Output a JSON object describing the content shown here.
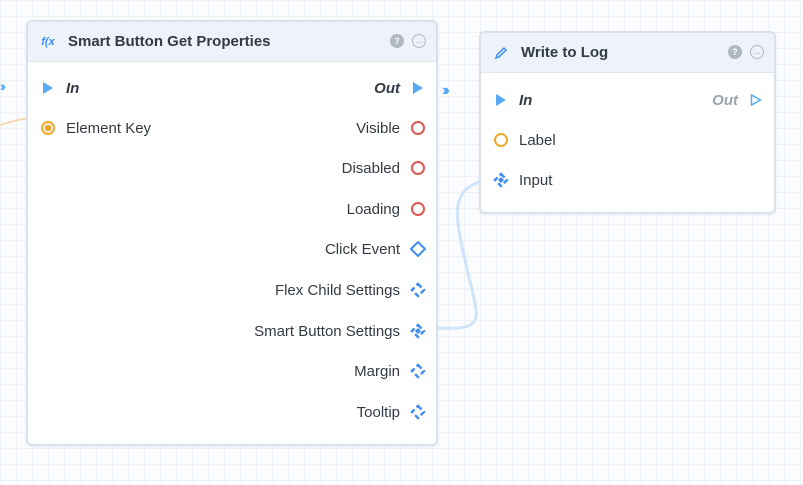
{
  "nodes": {
    "get_props": {
      "title": "Smart Button Get Properties",
      "icon": "function-icon",
      "flow_in": "In",
      "flow_out": "Out",
      "inputs": [
        {
          "label": "Element Key",
          "pin": "filled-orange-circle"
        }
      ],
      "outputs": [
        {
          "label": "Visible",
          "pin": "red-circle"
        },
        {
          "label": "Disabled",
          "pin": "red-circle"
        },
        {
          "label": "Loading",
          "pin": "red-circle"
        },
        {
          "label": "Click Event",
          "pin": "blue-diamond"
        },
        {
          "label": "Flex Child Settings",
          "pin": "blue-struct"
        },
        {
          "label": "Smart Button Settings",
          "pin": "blue-struct-filled"
        },
        {
          "label": "Margin",
          "pin": "blue-struct"
        },
        {
          "label": "Tooltip",
          "pin": "blue-struct"
        }
      ]
    },
    "write_log": {
      "title": "Write to Log",
      "icon": "pencil-icon",
      "flow_in": "In",
      "flow_out": "Out",
      "inputs": [
        {
          "label": "Label",
          "pin": "orange-circle"
        },
        {
          "label": "Input",
          "pin": "blue-struct-filled"
        }
      ]
    }
  },
  "colors": {
    "accent_blue": "#3d8df0",
    "boolean_red": "#e05656",
    "string_orange": "#f0a830",
    "wire_blue": "#cfe4fb",
    "flow_arrow": "#58aaf5"
  }
}
